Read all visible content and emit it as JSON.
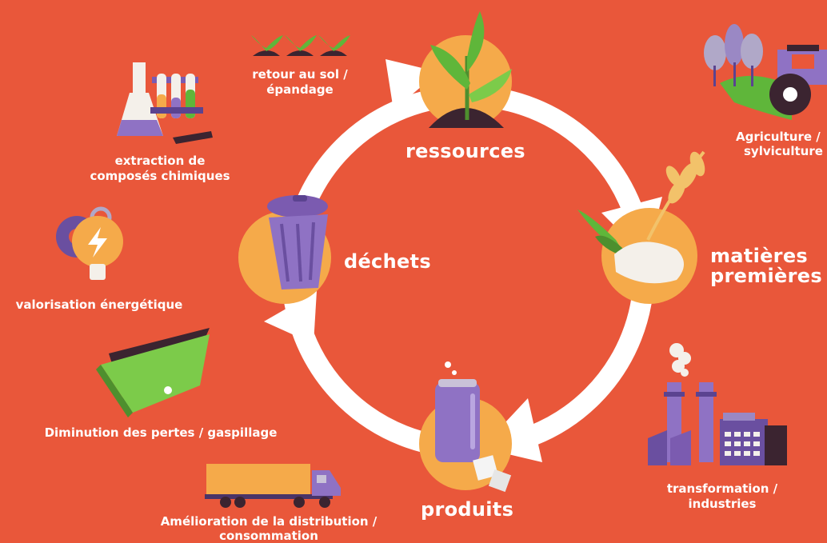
{
  "cycle": {
    "ressources": "ressources",
    "matieres_line1": "matières",
    "matieres_line2": "premières",
    "produits": "produits",
    "dechets": "déchets"
  },
  "labels": {
    "retour_line1": "retour au sol /",
    "retour_line2": "épandage",
    "extraction_line1": "extraction de",
    "extraction_line2": "composés chimiques",
    "valorisation": "valorisation énergétique",
    "diminution": "Diminution des pertes / gaspillage",
    "amelioration_line1": "Amélioration de la distribution /",
    "amelioration_line2": "consommation",
    "agriculture_line1": "Agriculture /",
    "agriculture_line2": "sylviculture",
    "transformation_line1": "transformation /",
    "transformation_line2": "industries"
  },
  "colors": {
    "background": "#E9573A",
    "circle": "#F5AA4A",
    "purple": "#7B5BB0",
    "green": "#5FB63A",
    "arrow": "#FFFFFF"
  }
}
